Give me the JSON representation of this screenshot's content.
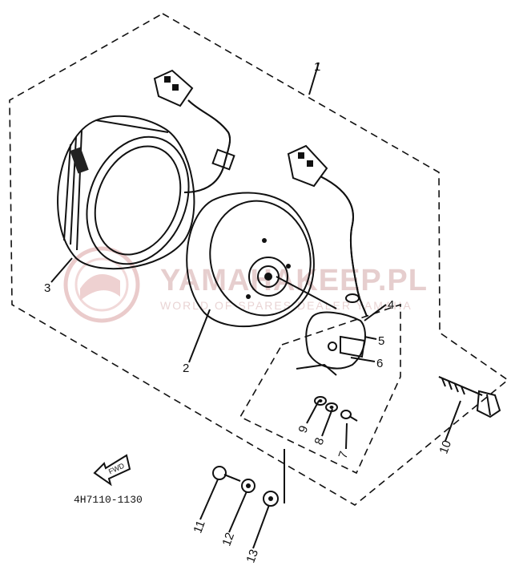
{
  "callouts": [
    "1",
    "2",
    "3",
    "4",
    "5",
    "6",
    "7",
    "8",
    "9",
    "10",
    "11",
    "12",
    "13"
  ],
  "diagram_code": "4H7110-1130",
  "fwd_label": "FWD",
  "watermark": {
    "brand": "YAMAHAKEEP.PL",
    "subtitle": "WORLD OF SPARES DEALER YAMAHA"
  }
}
